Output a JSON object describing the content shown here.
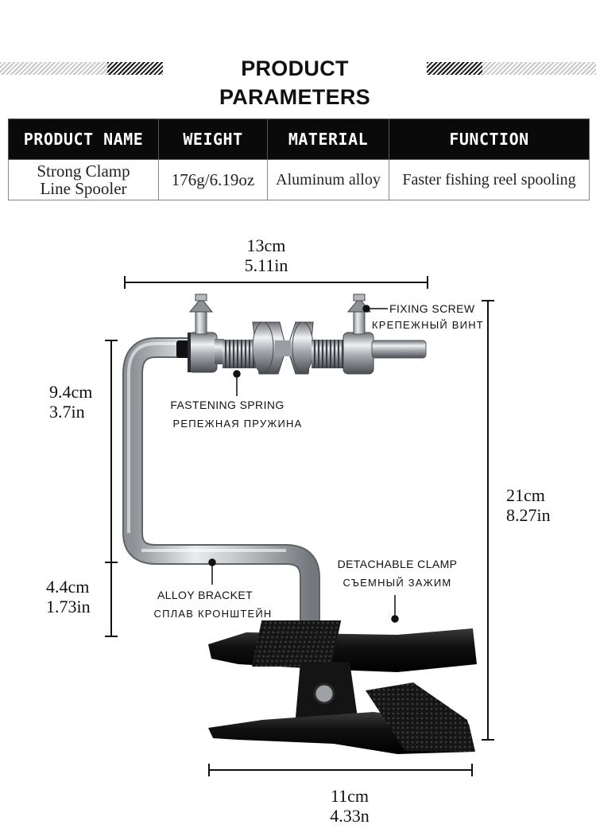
{
  "header": {
    "title": "PRODUCT PARAMETERS"
  },
  "params_table": {
    "headers": [
      "PRODUCT NAME",
      "WEIGHT",
      "MATERIAL",
      "FUNCTION"
    ],
    "row": {
      "product_name_line1": "Strong Clamp",
      "product_name_line2": "Line Spooler",
      "weight": "176g/6.19oz",
      "material": "Aluminum alloy",
      "function": "Faster fishing reel spooling"
    }
  },
  "dimensions": {
    "top_width": {
      "cm": "13cm",
      "in": "5.11in"
    },
    "upper_height": {
      "cm": "9.4cm",
      "in": "3.7in"
    },
    "lower_height": {
      "cm": "4.4cm",
      "in": "1.73in"
    },
    "total_height": {
      "cm": "21cm",
      "in": "8.27in"
    },
    "bottom_width": {
      "cm": "11cm",
      "in": "4.33n"
    }
  },
  "callouts": {
    "fixing_screw": {
      "en": "FIXING SCREW",
      "ru": "КРЕПЕЖНЫЙ ВИНТ"
    },
    "fastening_spring": {
      "en": "FASTENING SPRING",
      "ru": "РЕПЕЖНАЯ ПРУЖИНА"
    },
    "alloy_bracket": {
      "en": "ALLOY BRACKET",
      "ru": "СПЛАВ КРОНШТЕЙН"
    },
    "detachable_clamp": {
      "en": "DETACHABLE CLAMP",
      "ru": "СЪЕМНЫЙ ЗАЖИМ"
    }
  }
}
